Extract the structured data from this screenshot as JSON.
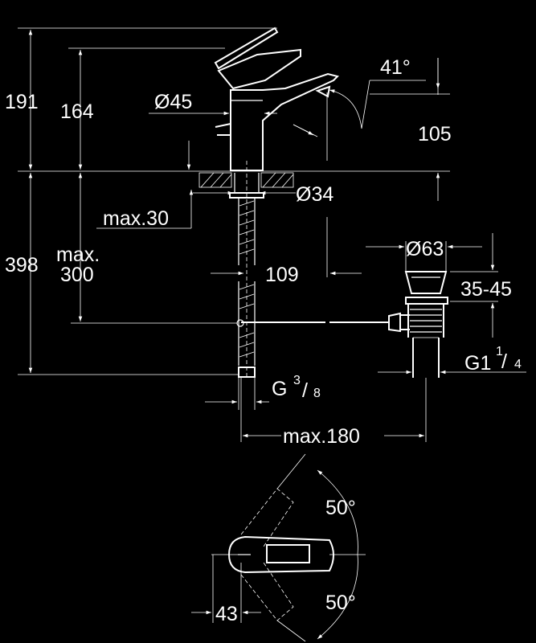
{
  "side_view": {
    "dim_total_height": "191",
    "dim_lever_height": "164",
    "dim_spout_diameter": "Ø45",
    "dim_lever_angle": "41°",
    "dim_spout_height": "105",
    "dim_hole_diameter": "Ø34",
    "dim_max_deck": "max.30",
    "dim_total_below": "398",
    "dim_max_300_a": "max.",
    "dim_max_300_b": "300",
    "dim_spout_reach": "109",
    "dim_waste_diameter": "Ø63",
    "dim_waste_range": "35-45",
    "dim_waste_thread_main": "G1",
    "dim_waste_thread_num": "1",
    "dim_waste_thread_sep": "/",
    "dim_waste_thread_den": "4",
    "dim_supply_thread_main": "G",
    "dim_supply_thread_num": "3",
    "dim_supply_thread_sep": "/",
    "dim_supply_thread_den": "8",
    "dim_max_180": "max.180"
  },
  "top_view": {
    "dim_angle_upper": "50°",
    "dim_angle_lower": "50°",
    "dim_lever_offset": "43"
  }
}
